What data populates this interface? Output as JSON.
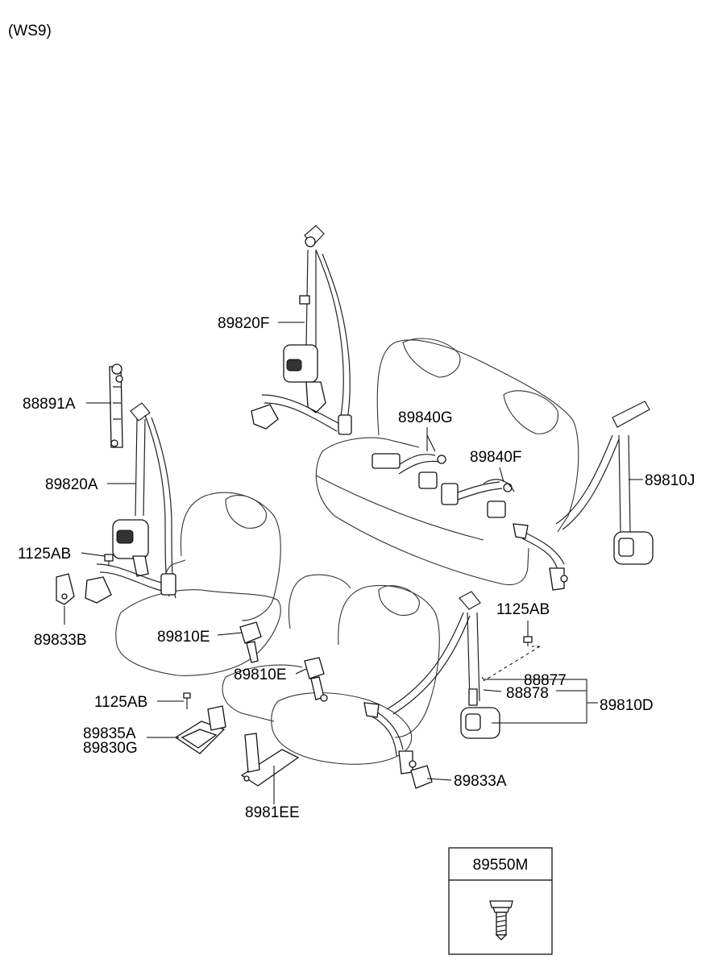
{
  "header": {
    "model_code": "(WS9)"
  },
  "callouts": {
    "c89820F": "89820F",
    "c88891A": "88891A",
    "c89820A": "89820A",
    "c1125AB_left": "1125AB",
    "c89833B": "89833B",
    "c89840G": "89840G",
    "c89840F": "89840F",
    "c89810J": "89810J",
    "c89810E_upper": "89810E",
    "c89810E_lower": "89810E",
    "c1125AB_right": "1125AB",
    "c88877": "88877",
    "c88878": "88878",
    "c89810D": "89810D",
    "c1125AB_bottom": "1125AB",
    "c89835A": "89835A",
    "c89830G": "89830G",
    "c89833A": "89833A",
    "c8981EE": "8981EE"
  },
  "inset": {
    "part_number": "89550M",
    "icon": "bolt-icon"
  }
}
